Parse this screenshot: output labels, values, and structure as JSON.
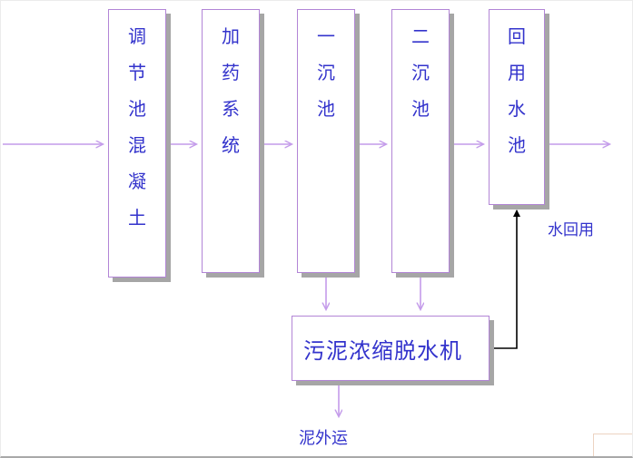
{
  "colors": {
    "box_border": "#B285D6",
    "arrow_purple": "#C49BEA",
    "arrow_black": "#000000",
    "text_blue": "#3333CC",
    "shadow_gray": "#A6A6A6"
  },
  "flow": {
    "stages": [
      {
        "name": "regulating-tank-concrete",
        "label": "调\n节\n池\n混\n凝\n土"
      },
      {
        "name": "dosing-system",
        "label": "加\n药\n系\n统"
      },
      {
        "name": "primary-sedimentation-tank",
        "label": "一\n沉\n池"
      },
      {
        "name": "secondary-sedimentation-tank",
        "label": "二\n沉\n池"
      },
      {
        "name": "reuse-water-tank",
        "label": "回\n用\n水\n池"
      }
    ],
    "sludge_unit": {
      "label": "污泥浓缩脱水机"
    },
    "labels": {
      "water_reuse": "水回用",
      "sludge_out": "泥外运"
    }
  }
}
